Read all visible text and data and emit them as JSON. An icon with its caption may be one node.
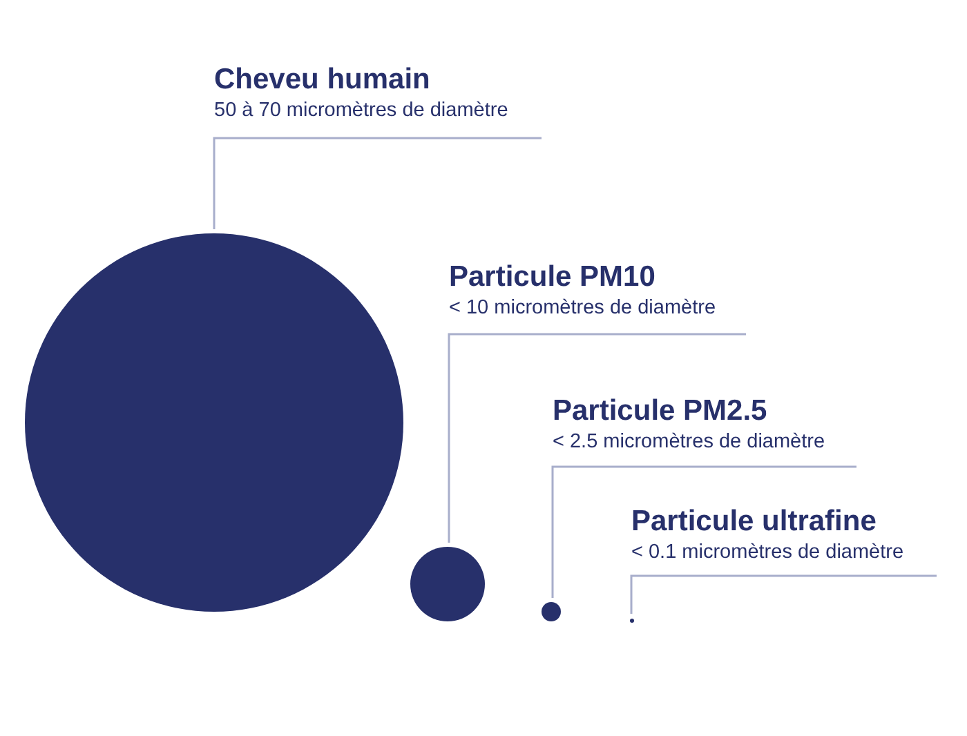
{
  "diagram": {
    "nodes": [
      {
        "text": [
          "Cheveu humain",
          "50 à 70 micromètres de diamètre"
        ]
      },
      {
        "text": [
          "Particule PM10",
          "< 10 micromètres de diamètre"
        ]
      },
      {
        "text": [
          "Particule PM2.5",
          "< 2.5 micromètres de diamètre"
        ]
      },
      {
        "text": [
          "Particule ultrafine",
          "< 0.1 micromètres de diamètre"
        ]
      },
      {
        "text": [],
        "shape": "circle"
      },
      {
        "text": [],
        "shape": "circle"
      },
      {
        "text": [],
        "shape": "circle"
      },
      {
        "text": [],
        "shape": "circle"
      }
    ],
    "edges": [
      {
        "from": 0,
        "to": 4,
        "arrow": "none"
      },
      {
        "from": 1,
        "to": 5,
        "arrow": "none"
      },
      {
        "from": 2,
        "to": 6,
        "arrow": "none"
      },
      {
        "from": 3,
        "to": 7,
        "arrow": "none"
      }
    ]
  }
}
